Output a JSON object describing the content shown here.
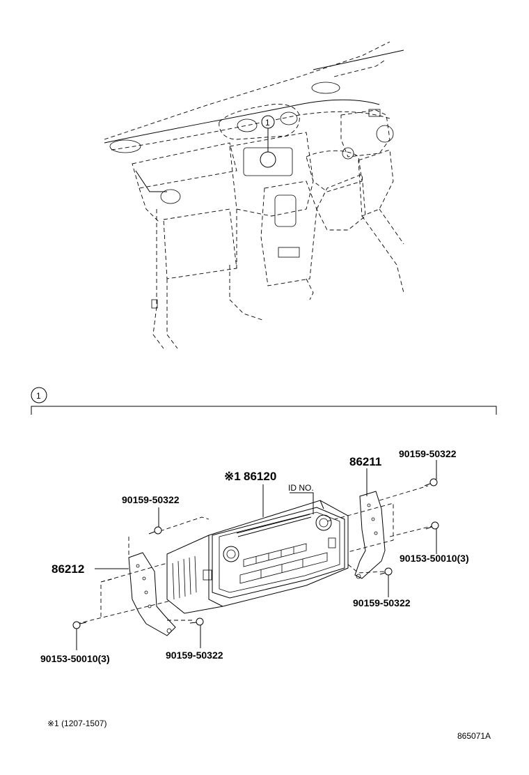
{
  "callout_number": "1",
  "header_marker": "1",
  "labels": {
    "unit": "86120",
    "unit_note_mark": "※1",
    "id_no": "ID NO.",
    "bracket_right": "86211",
    "bracket_left": "86212",
    "screw_top_right": "90159-50322",
    "screw_right_mid": "90153-50010(3)",
    "screw_right_low": "90159-50322",
    "screw_left_top": "90159-50322",
    "screw_left_low": "90153-50010(3)",
    "screw_bottom_center": "90159-50322"
  },
  "footnote": "※1 (1207-1507)",
  "figure_code": "865071A"
}
